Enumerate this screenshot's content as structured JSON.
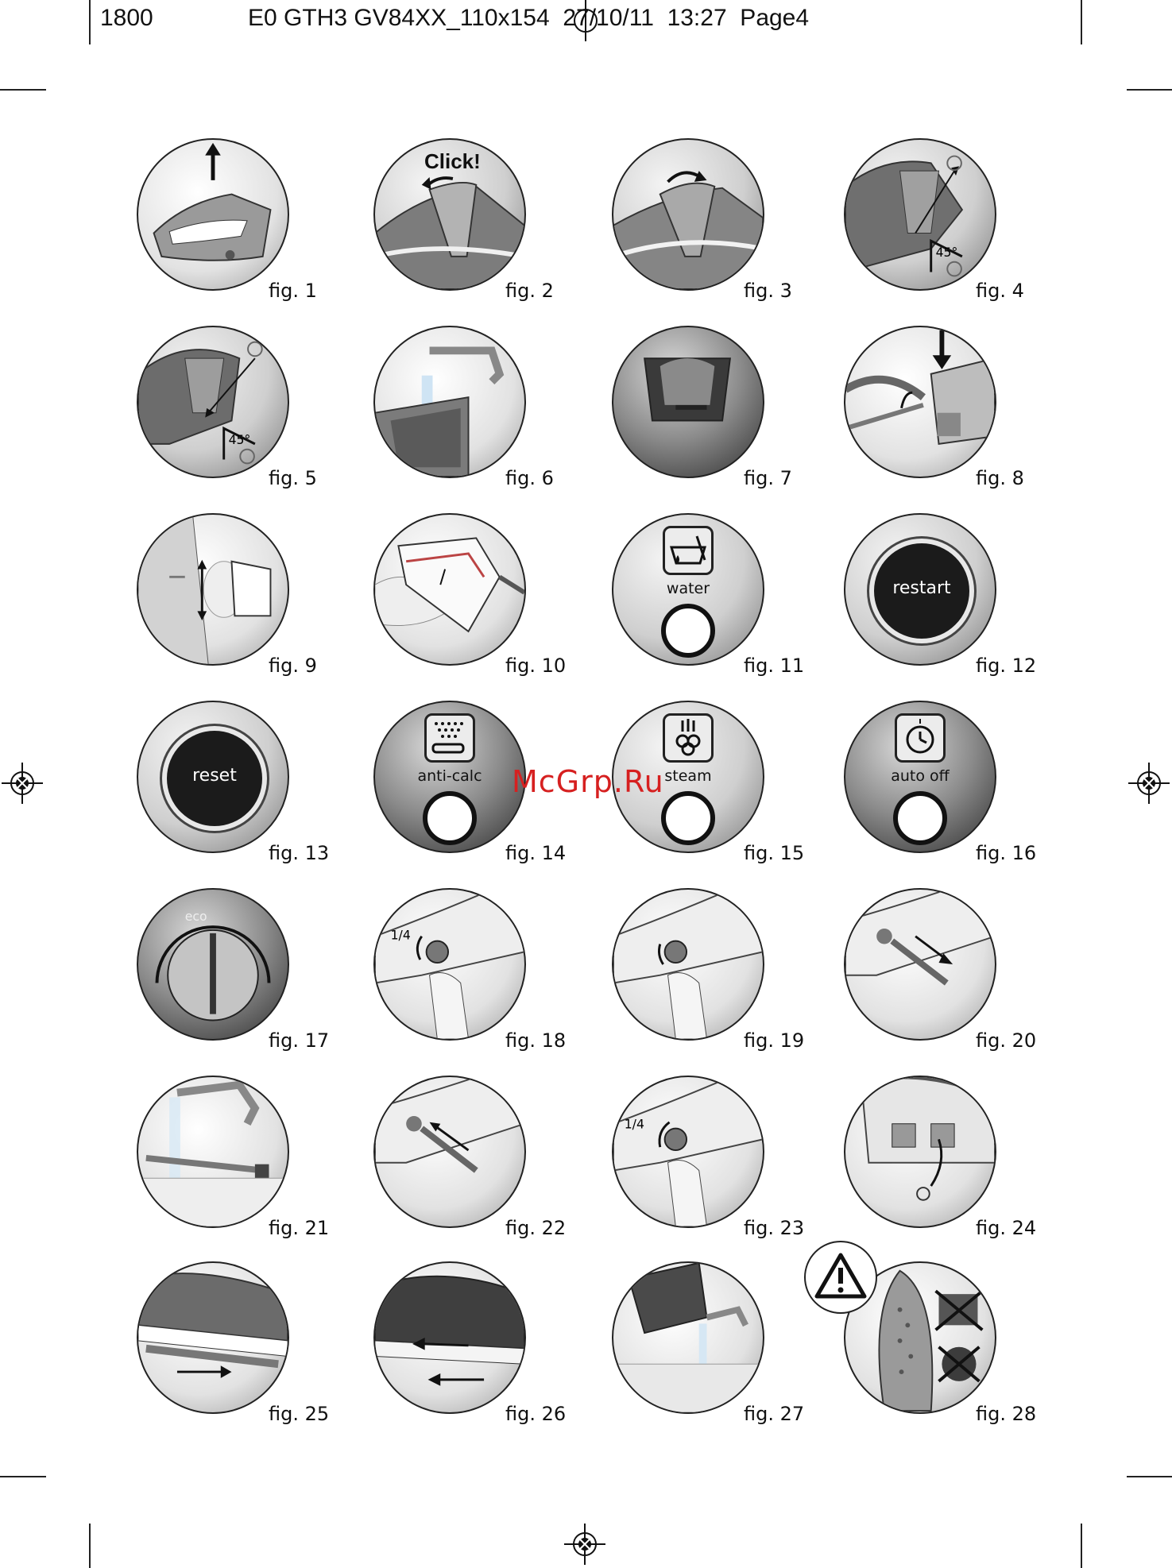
{
  "header": {
    "left": "1800",
    "right": "E0 GTH3 GV84XX_110x154  27/10/11  13:27  Page4"
  },
  "figures": [
    {
      "label": "fig. 1"
    },
    {
      "label": "fig. 2",
      "caption": "Click!"
    },
    {
      "label": "fig. 3"
    },
    {
      "label": "fig. 4"
    },
    {
      "label": "fig. 5"
    },
    {
      "label": "fig. 6"
    },
    {
      "label": "fig. 7"
    },
    {
      "label": "fig. 8"
    },
    {
      "label": "fig. 9"
    },
    {
      "label": "fig. 10"
    },
    {
      "label": "fig. 11",
      "panel": "water"
    },
    {
      "label": "fig. 12",
      "button": "restart"
    },
    {
      "label": "fig. 13",
      "button": "reset"
    },
    {
      "label": "fig. 14",
      "panel": "anti-calc"
    },
    {
      "label": "fig. 15",
      "panel": "steam"
    },
    {
      "label": "fig. 16",
      "panel": "auto off"
    },
    {
      "label": "fig. 17",
      "dial": "eco"
    },
    {
      "label": "fig. 18",
      "marker": "1/4"
    },
    {
      "label": "fig. 19"
    },
    {
      "label": "fig. 20"
    },
    {
      "label": "fig. 21"
    },
    {
      "label": "fig. 22"
    },
    {
      "label": "fig. 23",
      "marker": "1/4"
    },
    {
      "label": "fig. 24"
    },
    {
      "label": "fig. 25"
    },
    {
      "label": "fig. 26"
    },
    {
      "label": "fig. 27"
    },
    {
      "label": "fig. 28"
    }
  ],
  "angle_marker": "45°",
  "watermark": "McGrp.Ru",
  "icons": [
    "registration-mark-icon",
    "warning-icon",
    "arrow-icon"
  ]
}
